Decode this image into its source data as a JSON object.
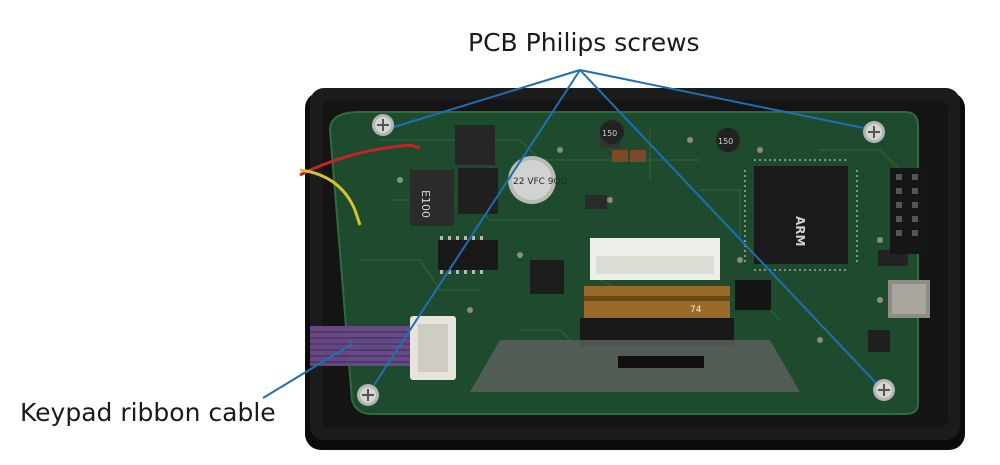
{
  "annotations": {
    "screws_label": "PCB Philips screws",
    "ribbon_label": "Keypad ribbon cable"
  },
  "colors": {
    "annotation_line": "#1f6fb5",
    "pcb_green": "#1e4a2e",
    "enclosure": "#1b1b1b",
    "ribbon": "#6a4a8a"
  },
  "board_markings": {
    "capacitor": "22 VFC 9QD",
    "inductor": "E100",
    "mcu_brand": "ARM",
    "flex_text": "74",
    "coil_a": "150",
    "coil_b": "150"
  }
}
